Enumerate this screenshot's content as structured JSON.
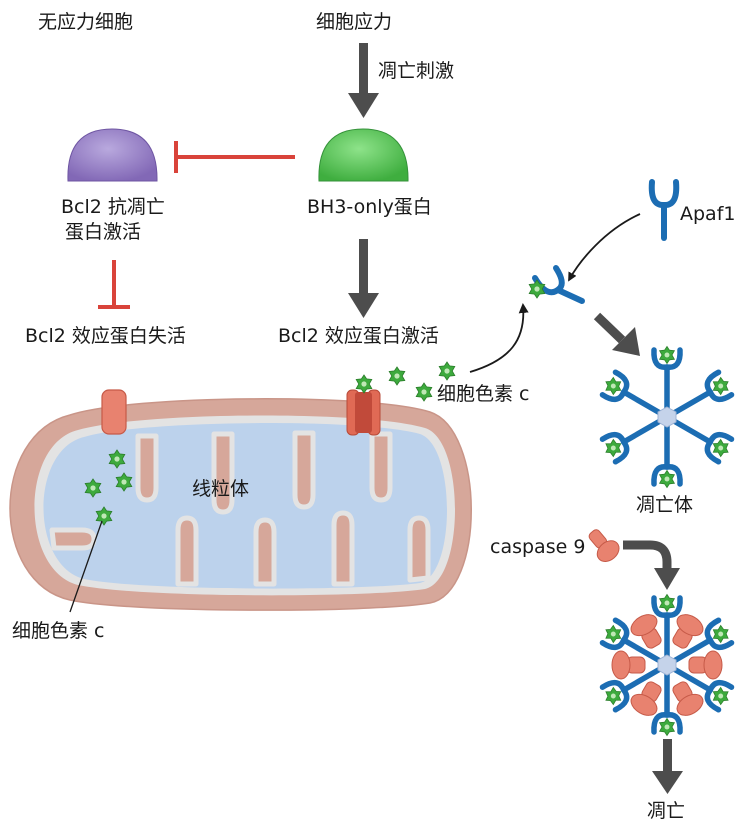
{
  "labels": {
    "no_stress": "无应力细胞",
    "cell_stress": "细胞应力",
    "apoptotic_stimulus": "凋亡刺激",
    "bcl2_anti_line1": "Bcl2 抗凋亡",
    "bcl2_anti_line2": "蛋白激活",
    "bh3_only": "BH3-only蛋白",
    "bcl2_inactivated": "Bcl2 效应蛋白失活",
    "bcl2_activated": "Bcl2 效应蛋白激活",
    "apaf1": "Apaf1",
    "cytochrome_c_released": "细胞色素 c",
    "mitochondrion": "线粒体",
    "cytochrome_c_inside": "细胞色素 c",
    "apoptosome": "凋亡体",
    "caspase9": "caspase 9",
    "apoptosis": "凋亡"
  },
  "colors": {
    "bcl2_protein": "#9b85c6",
    "bh3_protein": "#5cc45c",
    "inhibition": "#d9433a",
    "arrow": "#4d4d4d",
    "apaf1": "#1c6db3",
    "cytochrome_c": "#3daa3d",
    "caspase9": "#e8826f",
    "mito_outer": "#d6a79a",
    "mito_matrix": "#bcd2ec",
    "mito_membrane": "#e3e3e3"
  }
}
